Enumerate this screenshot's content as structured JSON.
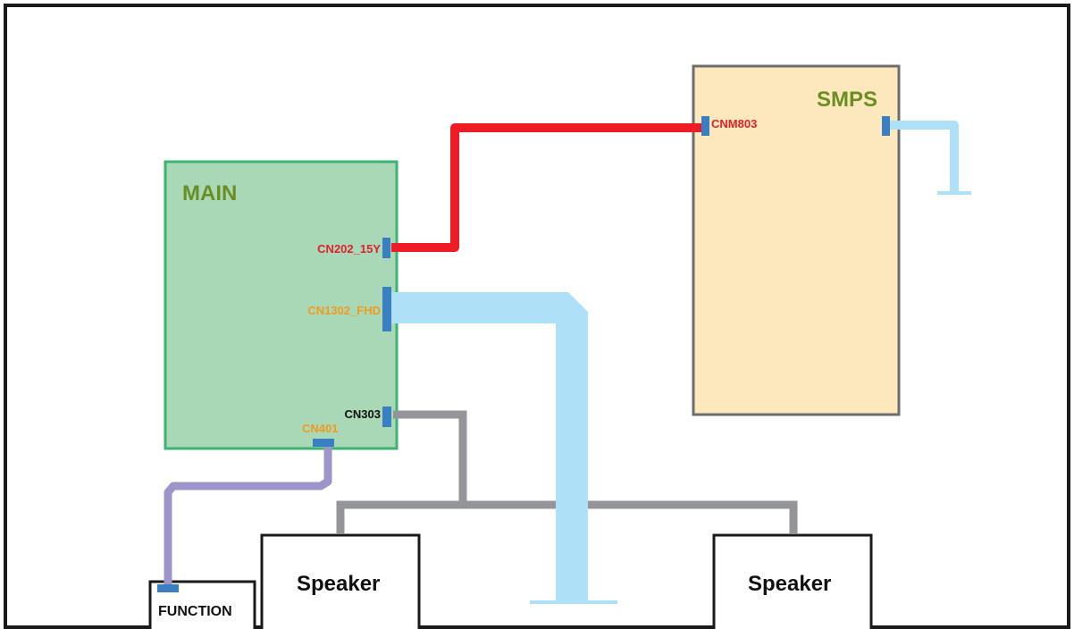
{
  "boards": {
    "main": {
      "label": "MAIN",
      "fill": "#a8d8b6",
      "border": "#3cb371",
      "label_color": "#6b8e23"
    },
    "smps": {
      "label": "SMPS",
      "fill": "#fde8bd",
      "border": "#6d6d6d",
      "label_color": "#6b8e23"
    }
  },
  "connectors": {
    "cn202": {
      "label": "CN202_15Y",
      "color": "#e0202a"
    },
    "cn1302": {
      "label": "CN1302_FHD",
      "color": "#f39a1e"
    },
    "cn303": {
      "label": "CN303",
      "color": "#111111"
    },
    "cn401": {
      "label": "CN401",
      "color": "#f39a1e"
    },
    "cnm803": {
      "label": "CNM803",
      "color": "#e0202a"
    }
  },
  "devices": {
    "speaker_left": {
      "label": "Speaker"
    },
    "speaker_right": {
      "label": "Speaker"
    },
    "function": {
      "label": "FUNCTION"
    }
  },
  "colors": {
    "power_cable": "#ee1c25",
    "lvds_cable": "#aee0f7",
    "speaker_cable": "#939598",
    "function_cable": "#9d95c9",
    "connector": "#3a7fc1",
    "frame": "#1a1a1a"
  }
}
